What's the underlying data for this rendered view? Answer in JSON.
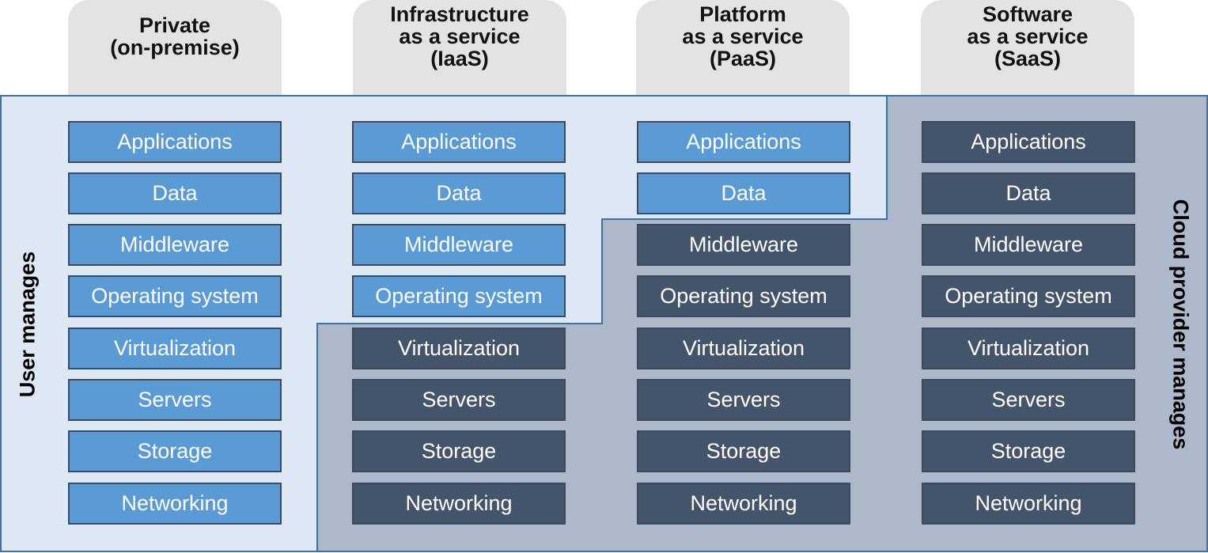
{
  "columns": [
    {
      "title_lines": [
        "Private",
        "(on-premise)"
      ],
      "items": [
        {
          "label": "Applications",
          "managed_by": "user"
        },
        {
          "label": "Data",
          "managed_by": "user"
        },
        {
          "label": "Middleware",
          "managed_by": "user"
        },
        {
          "label": "Operating system",
          "managed_by": "user"
        },
        {
          "label": "Virtualization",
          "managed_by": "user"
        },
        {
          "label": "Servers",
          "managed_by": "user"
        },
        {
          "label": "Storage",
          "managed_by": "user"
        },
        {
          "label": "Networking",
          "managed_by": "user"
        }
      ]
    },
    {
      "title_lines": [
        "Infrastructure",
        "as a service",
        "(IaaS)"
      ],
      "items": [
        {
          "label": "Applications",
          "managed_by": "user"
        },
        {
          "label": "Data",
          "managed_by": "user"
        },
        {
          "label": "Middleware",
          "managed_by": "user"
        },
        {
          "label": "Operating system",
          "managed_by": "user"
        },
        {
          "label": "Virtualization",
          "managed_by": "provider"
        },
        {
          "label": "Servers",
          "managed_by": "provider"
        },
        {
          "label": "Storage",
          "managed_by": "provider"
        },
        {
          "label": "Networking",
          "managed_by": "provider"
        }
      ]
    },
    {
      "title_lines": [
        "Platform",
        "as a service",
        "(PaaS)"
      ],
      "items": [
        {
          "label": "Applications",
          "managed_by": "user"
        },
        {
          "label": "Data",
          "managed_by": "user"
        },
        {
          "label": "Middleware",
          "managed_by": "provider"
        },
        {
          "label": "Operating system",
          "managed_by": "provider"
        },
        {
          "label": "Virtualization",
          "managed_by": "provider"
        },
        {
          "label": "Servers",
          "managed_by": "provider"
        },
        {
          "label": "Storage",
          "managed_by": "provider"
        },
        {
          "label": "Networking",
          "managed_by": "provider"
        }
      ]
    },
    {
      "title_lines": [
        "Software",
        "as a service",
        "(SaaS)"
      ],
      "items": [
        {
          "label": "Applications",
          "managed_by": "provider"
        },
        {
          "label": "Data",
          "managed_by": "provider"
        },
        {
          "label": "Middleware",
          "managed_by": "provider"
        },
        {
          "label": "Operating system",
          "managed_by": "provider"
        },
        {
          "label": "Virtualization",
          "managed_by": "provider"
        },
        {
          "label": "Servers",
          "managed_by": "provider"
        },
        {
          "label": "Storage",
          "managed_by": "provider"
        },
        {
          "label": "Networking",
          "managed_by": "provider"
        }
      ]
    }
  ],
  "labels": {
    "user_side": "User manages",
    "provider_side": "Cloud provider manages"
  },
  "colors": {
    "user_region": "#dde8f4",
    "provider_region": "#adb9ca",
    "user_box": "#5b9bd5",
    "provider_box": "#44546a",
    "header_tab": "#e3e3e3"
  }
}
